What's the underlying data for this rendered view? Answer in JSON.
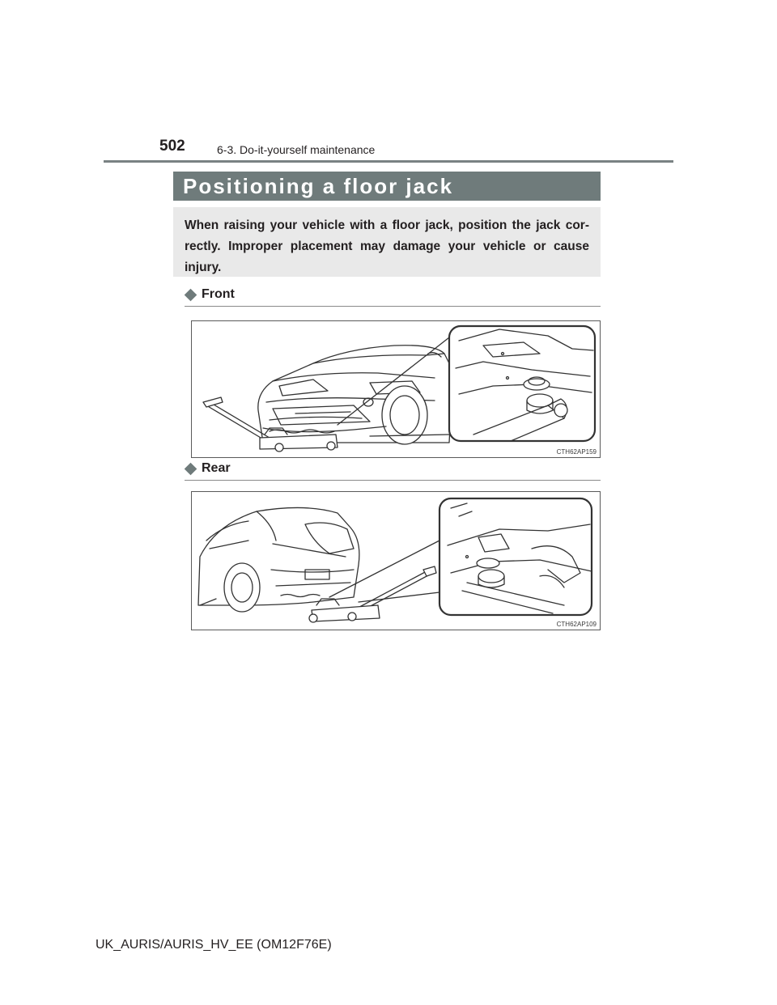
{
  "header": {
    "page_number": "502",
    "section": "6-3. Do-it-yourself maintenance"
  },
  "title": "Positioning a floor jack",
  "intro": "When raising your vehicle with a floor jack, position the jack cor-rectly. Improper placement may damage your vehicle or cause injury.",
  "sections": [
    {
      "heading": "Front",
      "figure_code": "CTH62AP159",
      "icon": "diamond-bullet-icon"
    },
    {
      "heading": "Rear",
      "figure_code": "CTH62AP109",
      "icon": "diamond-bullet-icon"
    }
  ],
  "footer": "UK_AURIS/AURIS_HV_EE (OM12F76E)",
  "colors": {
    "title_bar": "#6f7b7b",
    "intro_box": "#e9e9e9",
    "rule": "#7a8283"
  }
}
